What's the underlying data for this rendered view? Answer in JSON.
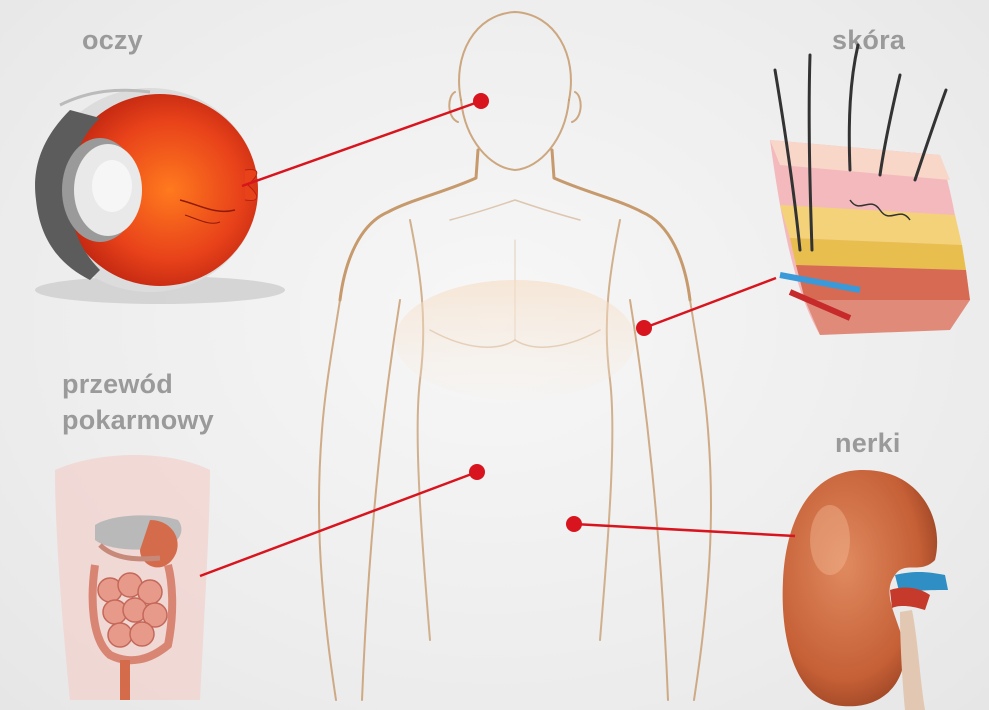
{
  "labels": {
    "eyes": "oczy",
    "skin": "skóra",
    "digestive_line1": "przewód",
    "digestive_line2": "pokarmowy",
    "kidneys": "nerki"
  },
  "colors": {
    "marker": "#d8141e",
    "connector": "#d8141e",
    "body_outline": "#c69a6c",
    "label_text": "#9a9a9a"
  },
  "icons": [
    "eye-anatomy-illustration",
    "skin-layers-illustration",
    "digestive-system-illustration",
    "kidney-illustration"
  ]
}
